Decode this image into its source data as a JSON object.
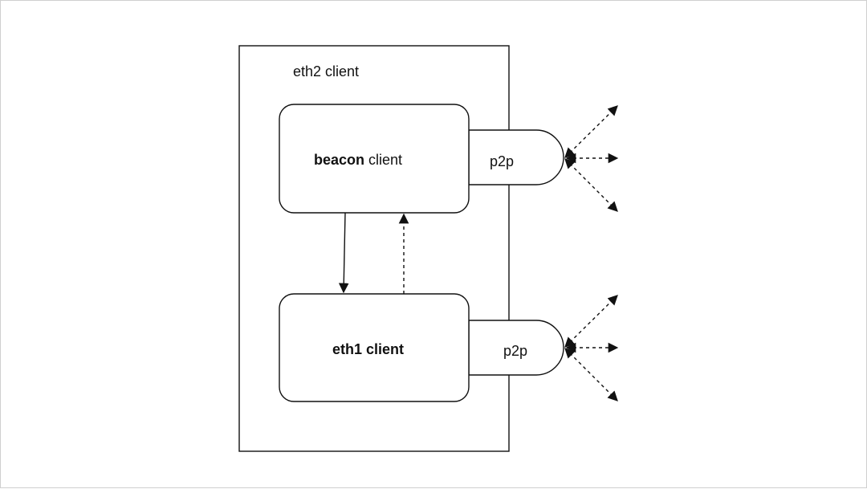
{
  "diagram": {
    "outer_label": "eth2 client",
    "beacon": {
      "bold": "beacon",
      "rest": " client"
    },
    "eth1": {
      "bold": "eth1  client"
    },
    "p2p_top": "p2p",
    "p2p_bottom": "p2p"
  },
  "colors": {
    "stroke": "#111111",
    "background": "#ffffff",
    "frame": "#cfcfcf"
  }
}
